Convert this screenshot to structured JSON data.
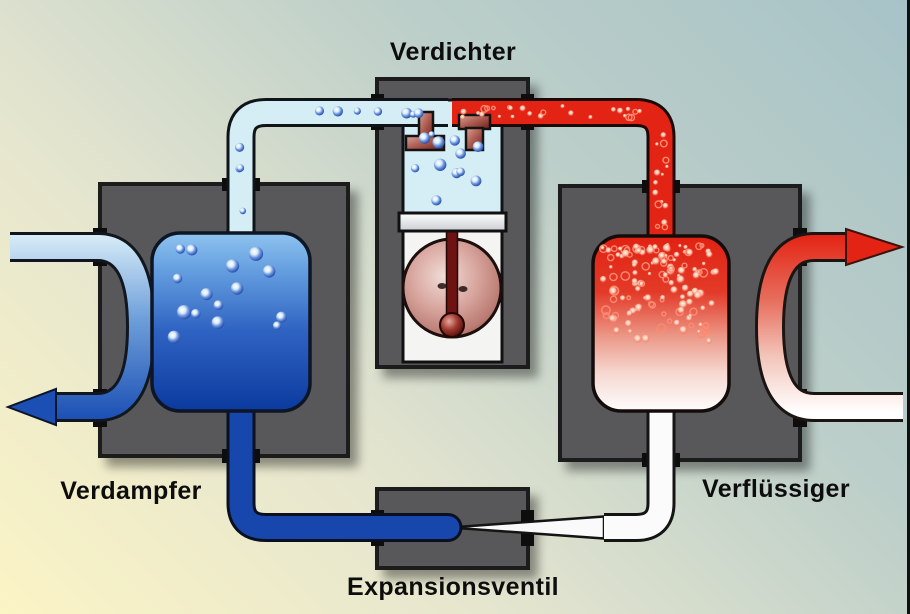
{
  "diagram": {
    "type": "heat-pump-refrigeration-cycle",
    "labels": {
      "compressor": "Verdichter",
      "evaporator": "Verdampfer",
      "condenser": "Verflüssiger",
      "expansion_valve": "Expansionsventil"
    },
    "colors": {
      "background_cool": "#a7c3c8",
      "background_warm": "#fbf4c5",
      "housing_gray": "#58585a",
      "outline_black": "#151515",
      "cold_vapor_light_blue": "#d5eef5",
      "cold_liquid_dark_blue": "#1747ad",
      "hot_vapor_red": "#e32414",
      "hot_liquid_white": "#ffffff",
      "flywheel_pink": "#d8a69e",
      "valve_maroon": "#8c352b"
    }
  }
}
